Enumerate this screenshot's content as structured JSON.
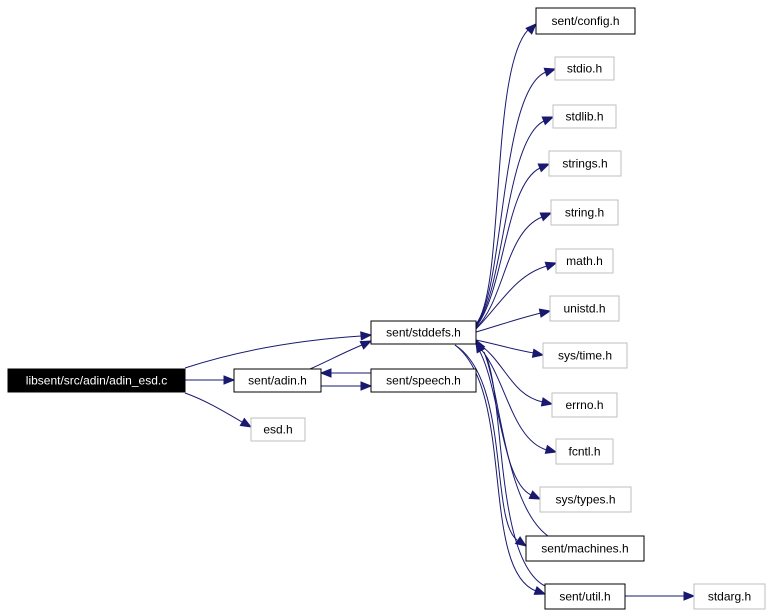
{
  "colors": {
    "edge": "#191970",
    "root_fill": "#000000",
    "root_text": "#ffffff",
    "border_documented": "#000000",
    "border_undocumented": "#bfbfbf",
    "text": "#000000"
  },
  "nodes": [
    {
      "id": "adin_esd_c",
      "label": "libsent/src/adin/adin_esd.c",
      "style": "root"
    },
    {
      "id": "sent_adin_h",
      "label": "sent/adin.h",
      "style": "documented"
    },
    {
      "id": "esd_h",
      "label": "esd.h",
      "style": "undocumented"
    },
    {
      "id": "sent_stddefs_h",
      "label": "sent/stddefs.h",
      "style": "documented"
    },
    {
      "id": "sent_speech_h",
      "label": "sent/speech.h",
      "style": "documented"
    },
    {
      "id": "sent_config_h",
      "label": "sent/config.h",
      "style": "documented"
    },
    {
      "id": "stdio_h",
      "label": "stdio.h",
      "style": "undocumented"
    },
    {
      "id": "stdlib_h",
      "label": "stdlib.h",
      "style": "undocumented"
    },
    {
      "id": "strings_h",
      "label": "strings.h",
      "style": "undocumented"
    },
    {
      "id": "string_h",
      "label": "string.h",
      "style": "undocumented"
    },
    {
      "id": "math_h",
      "label": "math.h",
      "style": "undocumented"
    },
    {
      "id": "unistd_h",
      "label": "unistd.h",
      "style": "undocumented"
    },
    {
      "id": "sys_time_h",
      "label": "sys/time.h",
      "style": "undocumented"
    },
    {
      "id": "errno_h",
      "label": "errno.h",
      "style": "undocumented"
    },
    {
      "id": "fcntl_h",
      "label": "fcntl.h",
      "style": "undocumented"
    },
    {
      "id": "sys_types_h",
      "label": "sys/types.h",
      "style": "undocumented"
    },
    {
      "id": "sent_machines_h",
      "label": "sent/machines.h",
      "style": "documented"
    },
    {
      "id": "sent_util_h",
      "label": "sent/util.h",
      "style": "documented"
    },
    {
      "id": "stdarg_h",
      "label": "stdarg.h",
      "style": "undocumented"
    }
  ],
  "edges": [
    {
      "from": "adin_esd_c",
      "to": "sent_stddefs_h"
    },
    {
      "from": "adin_esd_c",
      "to": "sent_adin_h"
    },
    {
      "from": "adin_esd_c",
      "to": "esd_h"
    },
    {
      "from": "sent_adin_h",
      "to": "sent_stddefs_h"
    },
    {
      "from": "sent_adin_h",
      "to": "sent_speech_h"
    },
    {
      "from": "sent_speech_h",
      "to": "sent_adin_h"
    },
    {
      "from": "sent_stddefs_h",
      "to": "sent_config_h"
    },
    {
      "from": "sent_stddefs_h",
      "to": "stdio_h"
    },
    {
      "from": "sent_stddefs_h",
      "to": "stdlib_h"
    },
    {
      "from": "sent_stddefs_h",
      "to": "strings_h"
    },
    {
      "from": "sent_stddefs_h",
      "to": "string_h"
    },
    {
      "from": "sent_stddefs_h",
      "to": "math_h"
    },
    {
      "from": "sent_stddefs_h",
      "to": "unistd_h"
    },
    {
      "from": "sent_stddefs_h",
      "to": "sys_time_h"
    },
    {
      "from": "sent_stddefs_h",
      "to": "errno_h"
    },
    {
      "from": "sent_stddefs_h",
      "to": "fcntl_h"
    },
    {
      "from": "sent_stddefs_h",
      "to": "sys_types_h"
    },
    {
      "from": "sent_stddefs_h",
      "to": "sent_machines_h"
    },
    {
      "from": "sent_stddefs_h",
      "to": "sent_util_h"
    },
    {
      "from": "sent_machines_h",
      "to": "sent_stddefs_h"
    },
    {
      "from": "sent_util_h",
      "to": "sent_stddefs_h"
    },
    {
      "from": "sent_util_h",
      "to": "stdarg_h"
    }
  ]
}
